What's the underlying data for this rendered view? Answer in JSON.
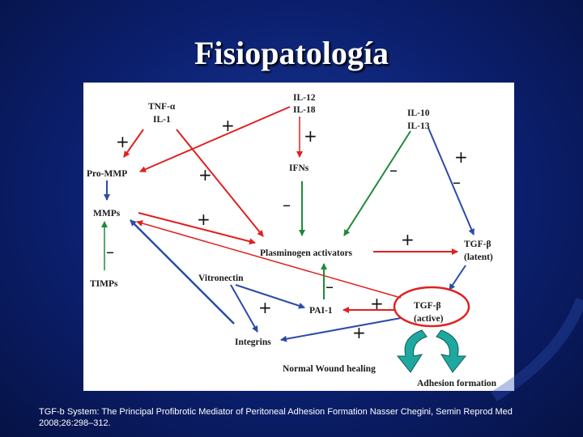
{
  "title": "Fisiopatología",
  "diagram": {
    "nodes": {
      "tnf": "TNF-α",
      "il1": "IL-1",
      "il12": "IL-12",
      "il18": "IL-18",
      "il10": "IL-10",
      "il13": "IL-13",
      "pro_mmp": "Pro-MMP",
      "ifns": "IFNs",
      "mmps": "MMPs",
      "timps": "TIMPs",
      "plasminogen": "Plasminogen activators",
      "tgf_latent_1": "TGF-β",
      "tgf_latent_2": "(latent)",
      "vitronectin": "Vitronectin",
      "pai1": "PAI-1",
      "integrins": "Integrins",
      "tgf_active_1": "TGF-β",
      "tgf_active_2": "(active)",
      "normal_healing": "Normal Wound healing",
      "adhesion": "Adhesion formation"
    },
    "signs": {
      "plus": "+",
      "minus": "–"
    }
  },
  "citation": "TGF-b System: The Principal Profibrotic Mediator of Peritoneal Adhesion Formation Nasser Chegini, Semin Reprod Med 2008;26:298–312.",
  "colors": {
    "red": "#e02020",
    "blue": "#2c4aa8",
    "green": "#1f8a3a",
    "teal": "#1fa8a0"
  }
}
